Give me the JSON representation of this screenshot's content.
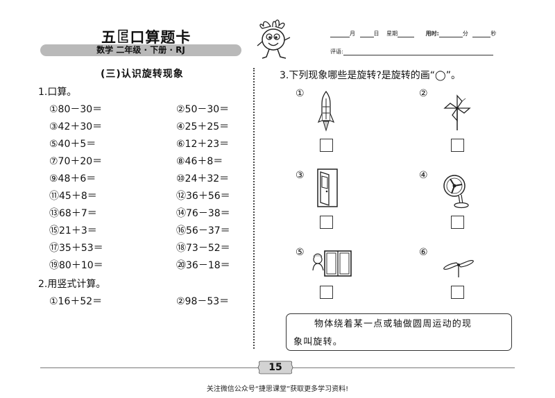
{
  "header": {
    "brand_prefix": "五",
    "brand_e": "E",
    "brand_suffix": "口算题卡",
    "subject_line": "数学  二年级 · 下册 · RJ",
    "month": "月",
    "day": "日",
    "weekday": "星期",
    "time_used": "用时:",
    "minute": "分",
    "second": "秒",
    "comment": "评语:"
  },
  "section_title": "(三)认识旋转现象",
  "q1": {
    "heading": "1.口算。",
    "items": [
      "①80－30＝",
      "②50－30＝",
      "③42＋30＝",
      "④25＋25＝",
      "⑤40＋5＝",
      "⑥12＋23＝",
      "⑦70＋20＝",
      "⑧46＋8＝",
      "⑨48＋6＝",
      "⑩24＋32＝",
      "⑪45＋8＝",
      "⑫36＋56＝",
      "⑬68＋7＝",
      "⑭76－38＝",
      "⑮21＋3＝",
      "⑯56－37＝",
      "⑰35＋53＝",
      "⑱73－52＝",
      "⑲80＋10＝",
      "⑳36－18＝"
    ]
  },
  "q2": {
    "heading": "2.用竖式计算。",
    "items": [
      "①16＋52＝",
      "②98－53＝"
    ]
  },
  "q3": {
    "heading": "3.下列现象哪些是旋转?是旋转的画“◯”。",
    "options": [
      {
        "num": "①",
        "icon": "rocket-icon"
      },
      {
        "num": "②",
        "icon": "pinwheel-icon"
      },
      {
        "num": "③",
        "icon": "door-icon"
      },
      {
        "num": "④",
        "icon": "electric-fan-icon"
      },
      {
        "num": "⑤",
        "icon": "window-icon"
      },
      {
        "num": "⑥",
        "icon": "propeller-icon"
      }
    ]
  },
  "note": {
    "line1": "物体绕着某一点或轴做圆周运动的现",
    "line2": "象叫旋转。"
  },
  "page_number": "15",
  "footer": "关注微信公众号“捷思课堂”获取更多学习资料!"
}
